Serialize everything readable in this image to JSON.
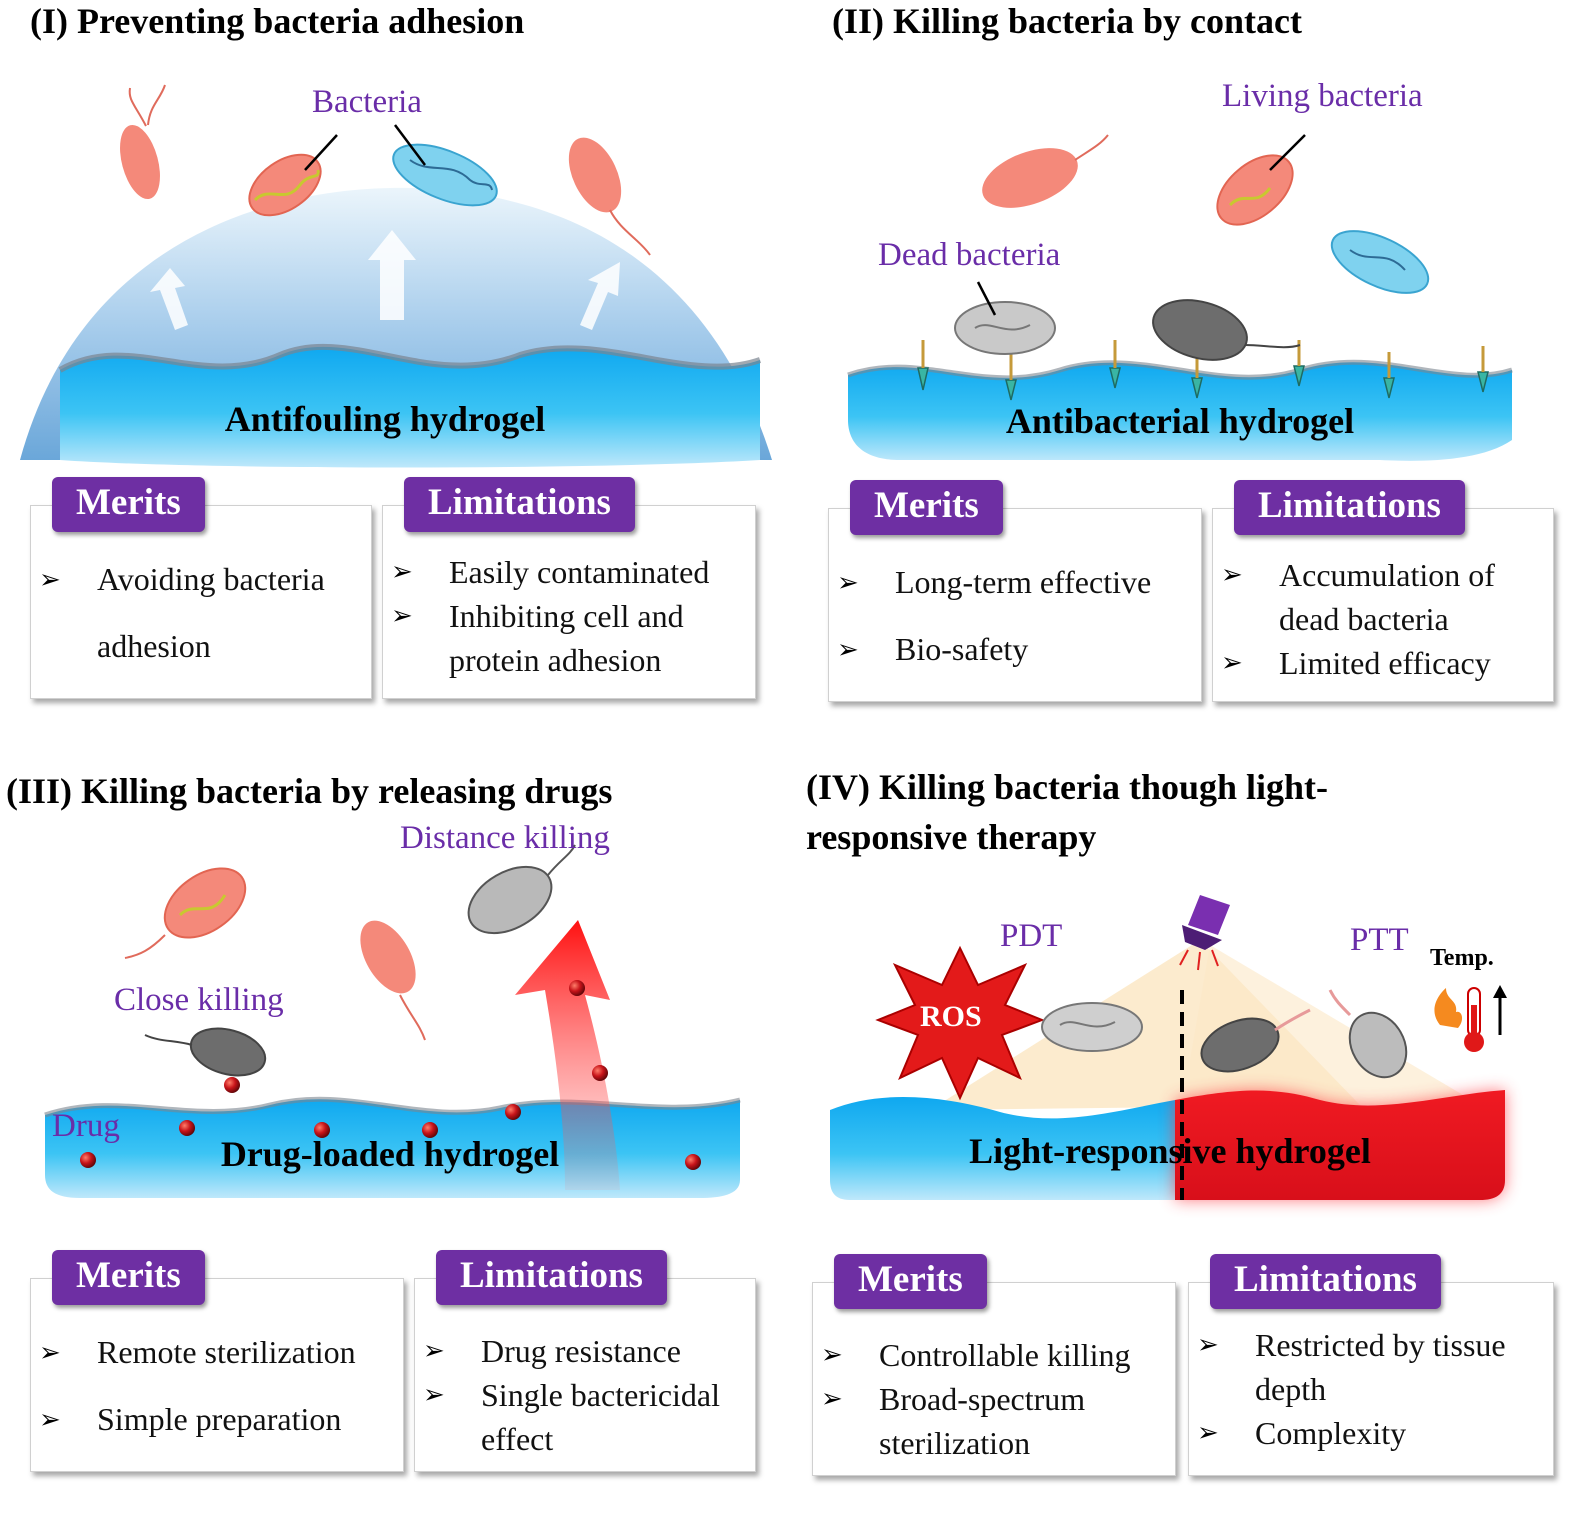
{
  "panels": {
    "p1": {
      "title": "(I) Preventing bacteria adhesion",
      "bacteria_label": "Bacteria",
      "hydrogel_label": "Antifouling hydrogel",
      "merits_label": "Merits",
      "limitations_label": "Limitations",
      "merits": [
        "Avoiding bacteria adhesion"
      ],
      "limitations": [
        "Easily contaminated",
        "Inhibiting cell and protein adhesion"
      ]
    },
    "p2": {
      "title": "(II) Killing bacteria by contact",
      "living_label": "Living bacteria",
      "dead_label": "Dead bacteria",
      "hydrogel_label": "Antibacterial hydrogel",
      "merits_label": "Merits",
      "limitations_label": "Limitations",
      "merits": [
        "Long-term effective",
        "Bio-safety"
      ],
      "limitations": [
        "Accumulation of dead bacteria",
        "Limited efficacy"
      ]
    },
    "p3": {
      "title": "(III) Killing bacteria by releasing drugs",
      "distance_label": "Distance killing",
      "close_label": "Close killing",
      "drug_label": "Drug",
      "hydrogel_label": "Drug-loaded hydrogel",
      "merits_label": "Merits",
      "limitations_label": "Limitations",
      "merits": [
        "Remote sterilization",
        "Simple preparation"
      ],
      "limitations": [
        "Drug resistance",
        "Single bactericidal effect"
      ]
    },
    "p4": {
      "title_line1": "(IV) Killing bacteria though light-",
      "title_line2": "responsive therapy",
      "pdt_label": "PDT",
      "ptt_label": "PTT",
      "ros_label": "ROS",
      "temp_label": "Temp.",
      "hydrogel_label": "Light-responsive hydrogel",
      "merits_label": "Merits",
      "limitations_label": "Limitations",
      "merits": [
        "Controllable killing",
        "Broad-spectrum sterilization"
      ],
      "limitations": [
        "Restricted by tissue depth",
        "Complexity"
      ]
    }
  },
  "colors": {
    "accent_purple": "#6e2fa3",
    "label_purple": "#6a2da8",
    "hydrogel_blue": "#2ab4ee",
    "hot_red": "#e0101c",
    "bacteria_pink": "#f4897a",
    "bacteria_blue": "#7fd2ef",
    "dead_gray": "#8a8a8a"
  },
  "icons": [
    "arrow-bullet-icon",
    "bacterium-icon",
    "spike-icon",
    "drug-particle-icon",
    "lamp-icon",
    "flame-icon",
    "thermometer-icon",
    "ros-burst-icon"
  ]
}
